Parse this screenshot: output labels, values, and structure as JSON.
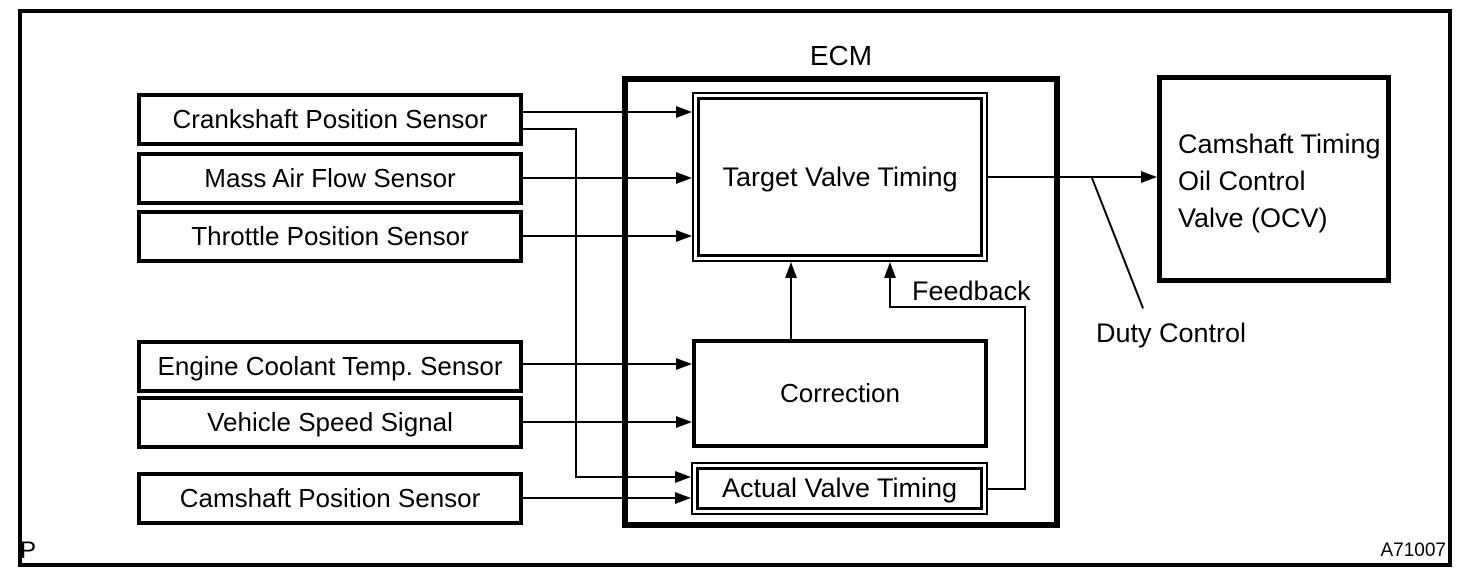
{
  "page": {
    "page_marker": "P",
    "figure_id": "A71007"
  },
  "sensors": [
    {
      "label": "Crankshaft Position Sensor"
    },
    {
      "label": "Mass Air Flow Sensor"
    },
    {
      "label": "Throttle Position Sensor"
    },
    {
      "label": "Engine Coolant Temp. Sensor"
    },
    {
      "label": "Vehicle Speed Signal"
    },
    {
      "label": "Camshaft Position Sensor"
    }
  ],
  "ecm": {
    "label": "ECM",
    "target_block": "Target Valve Timing",
    "correction_block": "Correction",
    "actual_block": "Actual Valve Timing"
  },
  "actuator": {
    "line1": "Camshaft Timing",
    "line2": "Oil Control",
    "line3": "Valve (OCV)"
  },
  "annotations": {
    "feedback": "Feedback",
    "duty_control": "Duty Control"
  },
  "colors": {
    "ink": "#000000",
    "paper": "#ffffff"
  }
}
